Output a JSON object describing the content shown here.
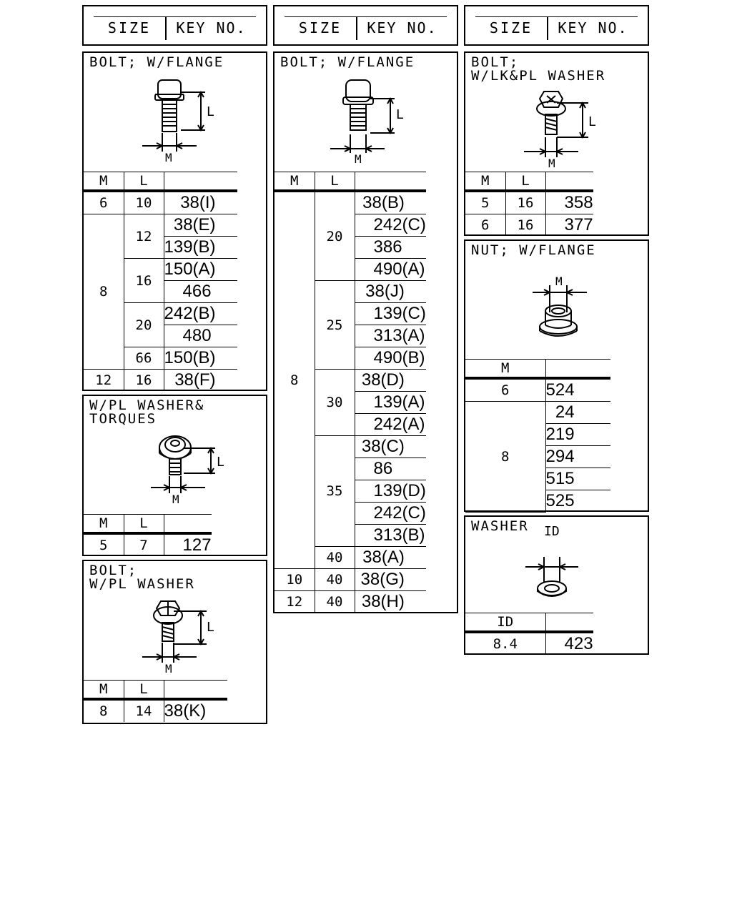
{
  "header": {
    "size_label": "SIZE",
    "key_label": "KEY NO."
  },
  "bolt_flange_1": {
    "title": "BOLT; W/FLANGE",
    "dim_L": "L",
    "dim_M": "M",
    "col_m": "M",
    "col_l": "L",
    "rows": [
      {
        "m": "6",
        "l": "10",
        "key": "38(I)"
      },
      {
        "m": "8",
        "l": "12",
        "key": "38(E)"
      },
      {
        "m": "8",
        "l": "12",
        "key": "139(B)"
      },
      {
        "m": "8",
        "l": "16",
        "key": "150(A)"
      },
      {
        "m": "8",
        "l": "16",
        "key": "466"
      },
      {
        "m": "8",
        "l": "20",
        "key": "242(B)"
      },
      {
        "m": "8",
        "l": "20",
        "key": "480"
      },
      {
        "m": "8",
        "l": "66",
        "key": "150(B)"
      },
      {
        "m": "12",
        "l": "16",
        "key": "38(F)"
      }
    ]
  },
  "bolt_washer_torques": {
    "title": "W/PL WASHER&\nTORQUES",
    "dim_L": "L",
    "dim_M": "M",
    "col_m": "M",
    "col_l": "L",
    "rows": [
      {
        "m": "5",
        "l": "7",
        "key": "127"
      }
    ]
  },
  "bolt_pl_washer": {
    "title": "BOLT;\nW/PL WASHER",
    "dim_L": "L",
    "dim_M": "M",
    "col_m": "M",
    "col_l": "L",
    "rows": [
      {
        "m": "8",
        "l": "14",
        "key": "38(K)"
      }
    ]
  },
  "bolt_flange_2": {
    "title": "BOLT; W/FLANGE",
    "dim_L": "L",
    "dim_M": "M",
    "col_m": "M",
    "col_l": "L",
    "m_all": "8",
    "rows": [
      {
        "m": "8",
        "l": "20",
        "key": "38(B)"
      },
      {
        "m": "8",
        "l": "20",
        "key": "242(C)"
      },
      {
        "m": "8",
        "l": "20",
        "key": "386"
      },
      {
        "m": "8",
        "l": "20",
        "key": "490(A)"
      },
      {
        "m": "8",
        "l": "25",
        "key": "38(J)"
      },
      {
        "m": "8",
        "l": "25",
        "key": "139(C)"
      },
      {
        "m": "8",
        "l": "25",
        "key": "313(A)"
      },
      {
        "m": "8",
        "l": "25",
        "key": "490(B)"
      },
      {
        "m": "8",
        "l": "30",
        "key": "38(D)"
      },
      {
        "m": "8",
        "l": "30",
        "key": "139(A)"
      },
      {
        "m": "8",
        "l": "30",
        "key": "242(A)"
      },
      {
        "m": "8",
        "l": "35",
        "key": "38(C)"
      },
      {
        "m": "8",
        "l": "35",
        "key": "86"
      },
      {
        "m": "8",
        "l": "35",
        "key": "139(D)"
      },
      {
        "m": "8",
        "l": "35",
        "key": "242(C)"
      },
      {
        "m": "8",
        "l": "35",
        "key": "313(B)"
      },
      {
        "m": "8",
        "l": "40",
        "key": "38(A)"
      },
      {
        "m": "10",
        "l": "40",
        "key": "38(G)"
      },
      {
        "m": "12",
        "l": "40",
        "key": "38(H)"
      }
    ]
  },
  "bolt_lk_washer": {
    "title": "BOLT;\nW/LK&PL WASHER",
    "dim_L": "L",
    "dim_M": "M",
    "col_m": "M",
    "col_l": "L",
    "rows": [
      {
        "m": "5",
        "l": "16",
        "key": "358"
      },
      {
        "m": "6",
        "l": "16",
        "key": "377"
      }
    ]
  },
  "nut_flange": {
    "title": "NUT; W/FLANGE",
    "dim_M": "M",
    "col_m": "M",
    "rows": [
      {
        "m": "6",
        "key": "524"
      },
      {
        "m": "8",
        "key": "24"
      },
      {
        "m": "8",
        "key": "219"
      },
      {
        "m": "8",
        "key": "294"
      },
      {
        "m": "8",
        "key": "515"
      },
      {
        "m": "8",
        "key": "525"
      }
    ]
  },
  "washer": {
    "title": "WASHER",
    "dim_ID": "ID",
    "col_id": "ID",
    "rows": [
      {
        "id": "8.4",
        "key": "423"
      }
    ]
  }
}
